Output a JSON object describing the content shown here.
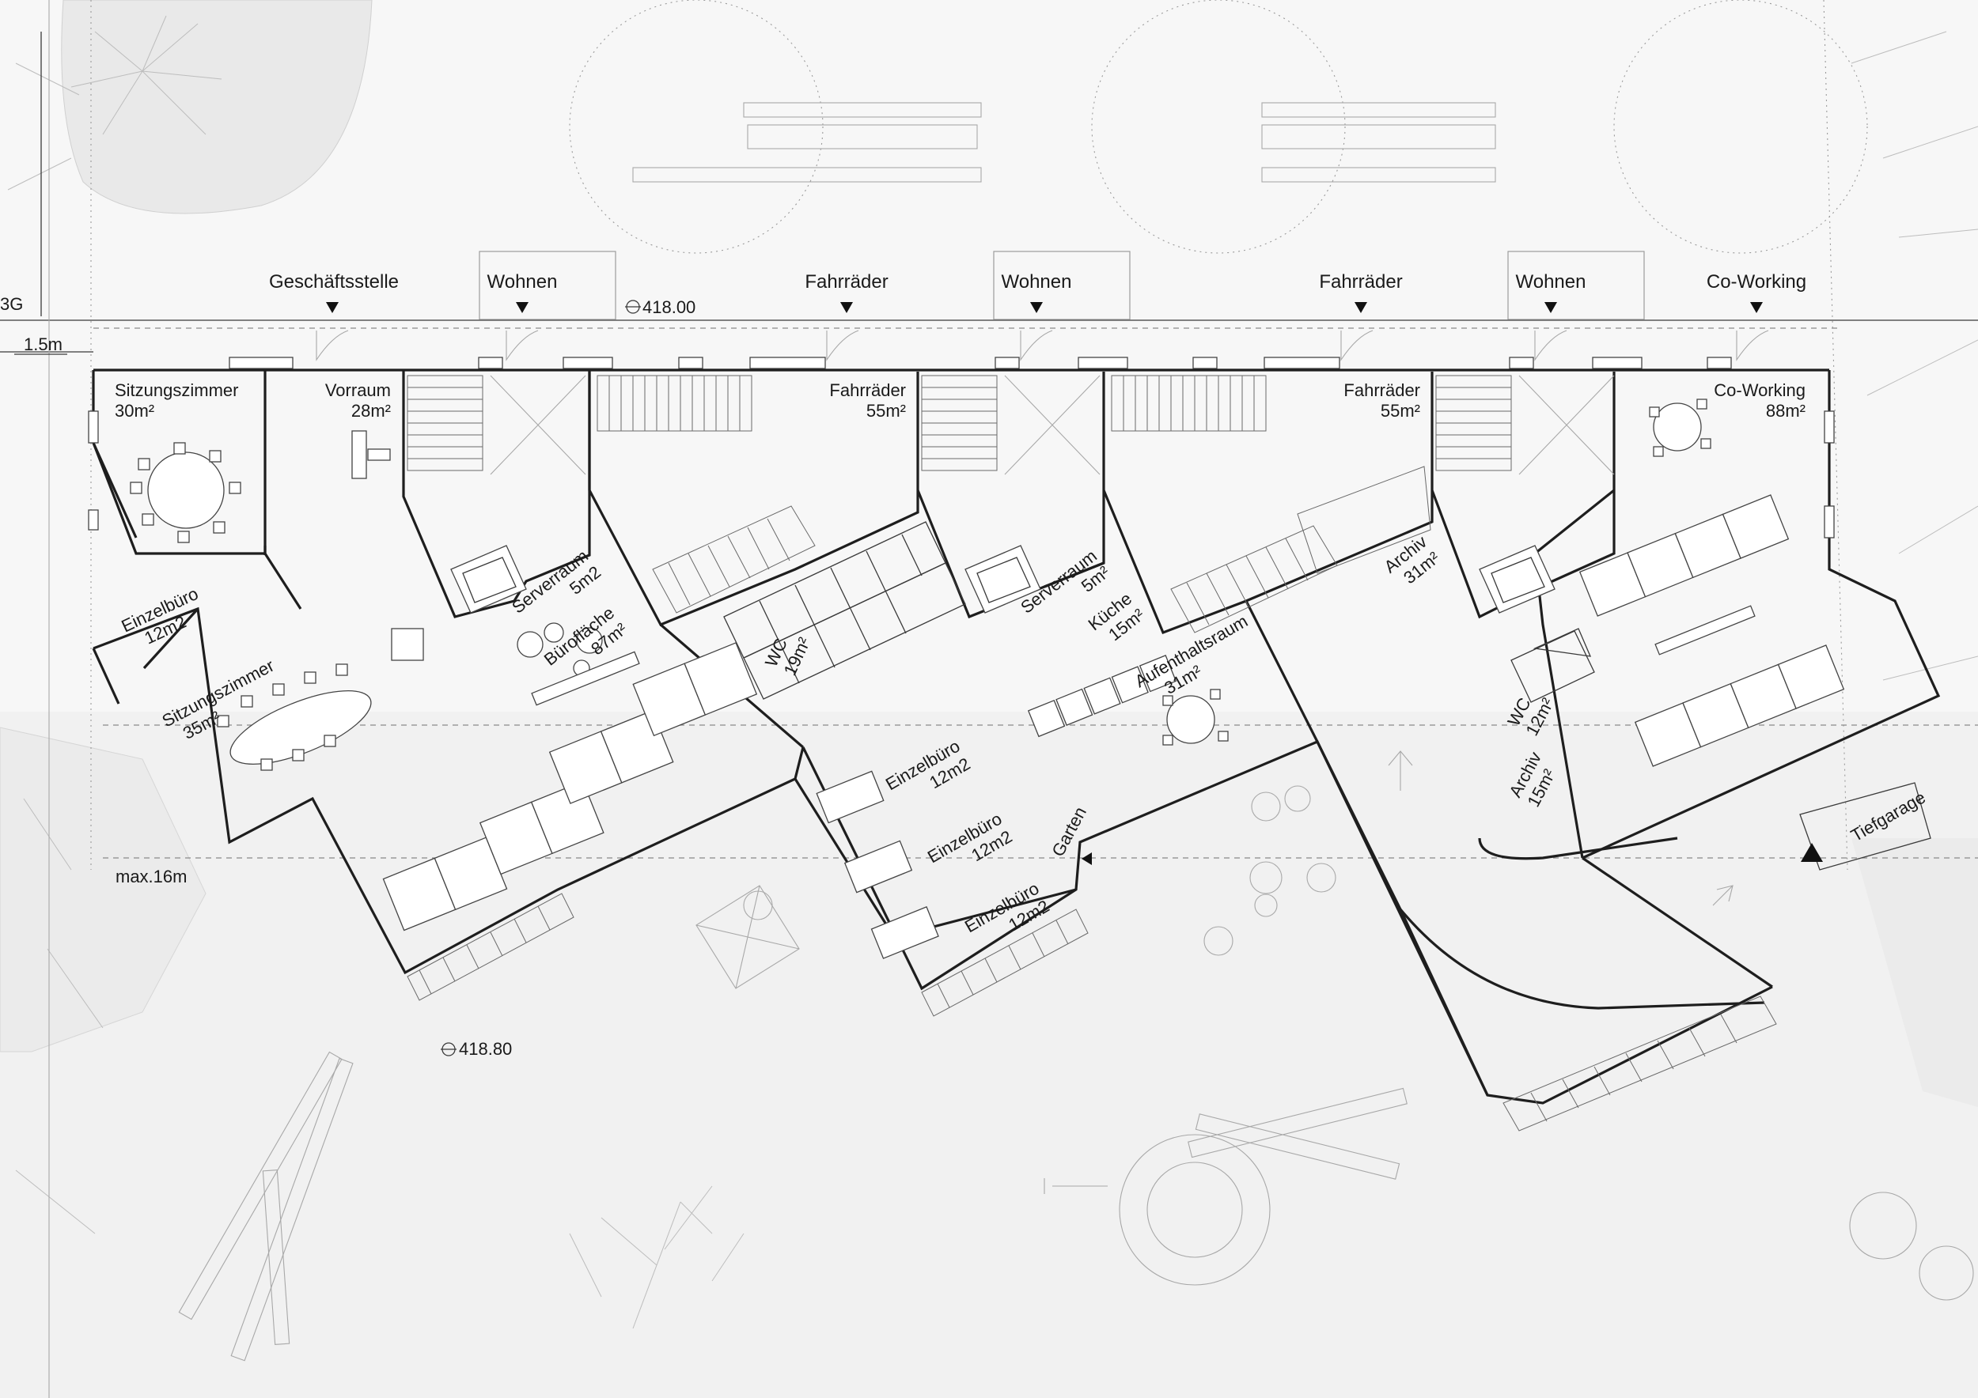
{
  "plan": {
    "levels": {
      "street": "418.00",
      "garden": "418.80"
    },
    "dimensions": {
      "setback": "1.5m",
      "max_height": "max.16m",
      "edge_cut": "3G"
    },
    "entrances": [
      {
        "label": "Geschäftsstelle"
      },
      {
        "label": "Wohnen"
      },
      {
        "label": "Fahrräder"
      },
      {
        "label": "Wohnen"
      },
      {
        "label": "Fahrräder"
      },
      {
        "label": "Wohnen"
      },
      {
        "label": "Co-Working"
      }
    ],
    "rooms": [
      {
        "name": "Sitzungszimmer",
        "area": "30m²"
      },
      {
        "name": "Vorraum",
        "area": "28m²"
      },
      {
        "name": "Fahrräder",
        "area": "55m²"
      },
      {
        "name": "Fahrräder",
        "area": "55m²"
      },
      {
        "name": "Co-Working",
        "area": "88m²"
      },
      {
        "name": "Serverraum",
        "area": "5m2"
      },
      {
        "name": "Bürofläche",
        "area": "87m²"
      },
      {
        "name": "Serverraum",
        "area": "5m²"
      },
      {
        "name": "Küche",
        "area": "15m²"
      },
      {
        "name": "Archiv",
        "area": "31m²"
      },
      {
        "name": "Einzelbüro",
        "area": "12m2"
      },
      {
        "name": "WC",
        "area": "19m²"
      },
      {
        "name": "Aufenthaltsraum",
        "area": "31m²"
      },
      {
        "name": "Sitzungszimmer",
        "area": "35m²"
      },
      {
        "name": "Einzelbüro",
        "area": "12m2"
      },
      {
        "name": "Einzelbüro",
        "area": "12m2"
      },
      {
        "name": "Einzelbüro",
        "area": "12m2"
      },
      {
        "name": "WC",
        "area": "12m²"
      },
      {
        "name": "Archiv",
        "area": "15m²"
      }
    ],
    "outdoor": {
      "garden": "Garten",
      "garage": "Tiefgarage"
    }
  }
}
